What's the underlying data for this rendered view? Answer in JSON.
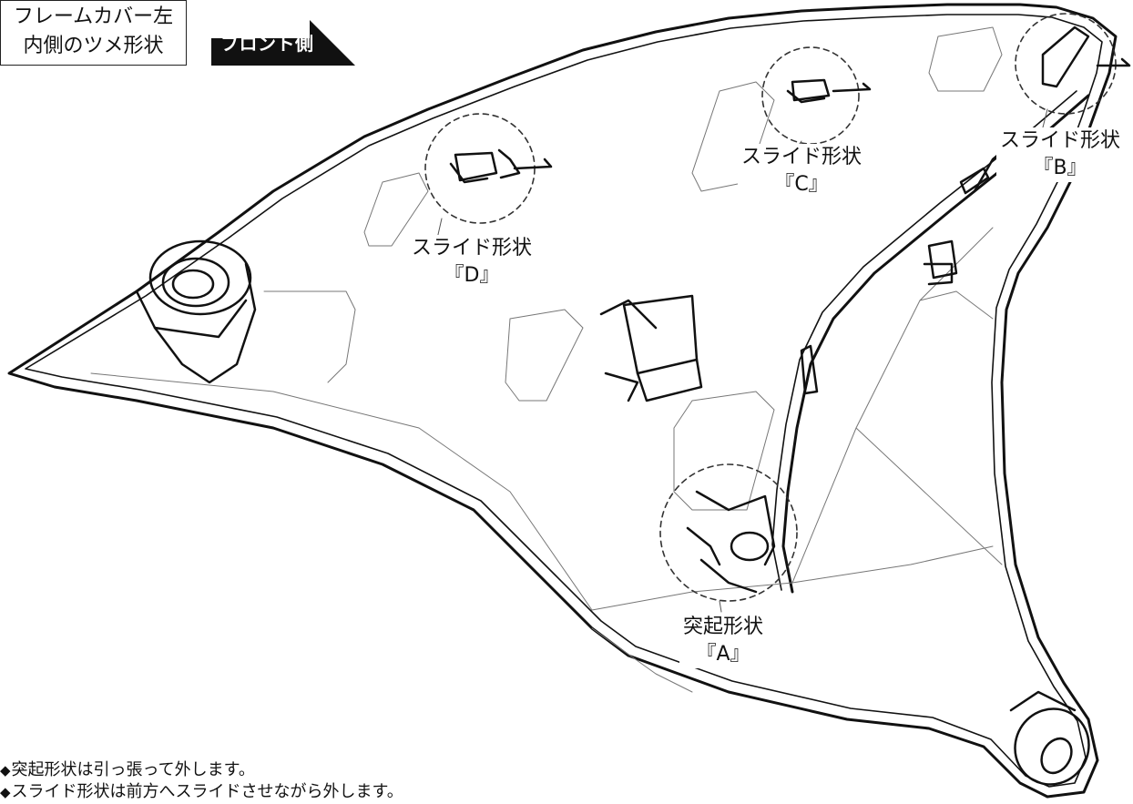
{
  "title": {
    "line1": "フレームカバー左",
    "line2": "内側のツメ形状"
  },
  "front_tag": "フロント側",
  "callouts": [
    {
      "id": "D",
      "shape": "スライド形状",
      "letter": "『D』"
    },
    {
      "id": "C",
      "shape": "スライド形状",
      "letter": "『C』"
    },
    {
      "id": "B",
      "shape": "スライド形状",
      "letter": "『B』"
    },
    {
      "id": "A",
      "shape": "突起形状",
      "letter": "『A』"
    }
  ],
  "notes": [
    {
      "bullet": "◆",
      "text": "突起形状は引っ張って外します。"
    },
    {
      "bullet": "◆",
      "text": "スライド形状は前方へスライドさせながら外します。"
    }
  ],
  "colors": {
    "line": "#111111",
    "thin_line": "#666666",
    "tag_bg": "#111111"
  }
}
